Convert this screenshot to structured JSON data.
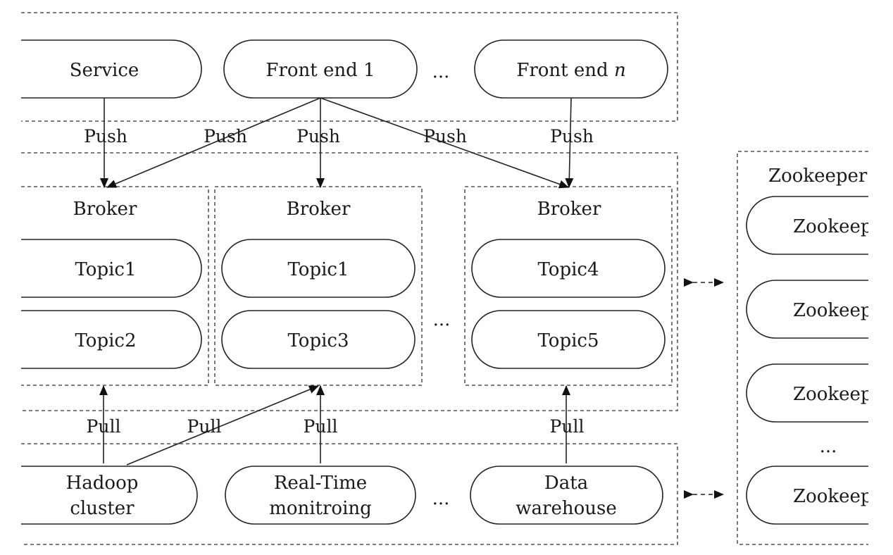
{
  "producers": {
    "service": "Service",
    "front_end_1": "Front end 1",
    "ellipsis": "...",
    "front_end_n_prefix": "Front end ",
    "front_end_n_var": "n"
  },
  "push_label": "Push",
  "pull_label": "Pull",
  "brokers": [
    {
      "title": "Broker",
      "topics": [
        "Topic1",
        "Topic2"
      ]
    },
    {
      "title": "Broker",
      "topics": [
        "Topic1",
        "Topic3"
      ]
    },
    {
      "title": "Broker",
      "topics": [
        "Topic4",
        "Topic5"
      ]
    }
  ],
  "broker_ellipsis": "...",
  "consumers": {
    "hadoop": [
      "Hadoop",
      "cluster"
    ],
    "realtime": [
      "Real-Time",
      "monitroing"
    ],
    "ellipsis": "...",
    "warehouse": [
      "Data",
      "warehouse"
    ]
  },
  "zookeeper": {
    "title": "Zookeeper",
    "node_label": "Zookeep",
    "ellipsis": "..."
  }
}
